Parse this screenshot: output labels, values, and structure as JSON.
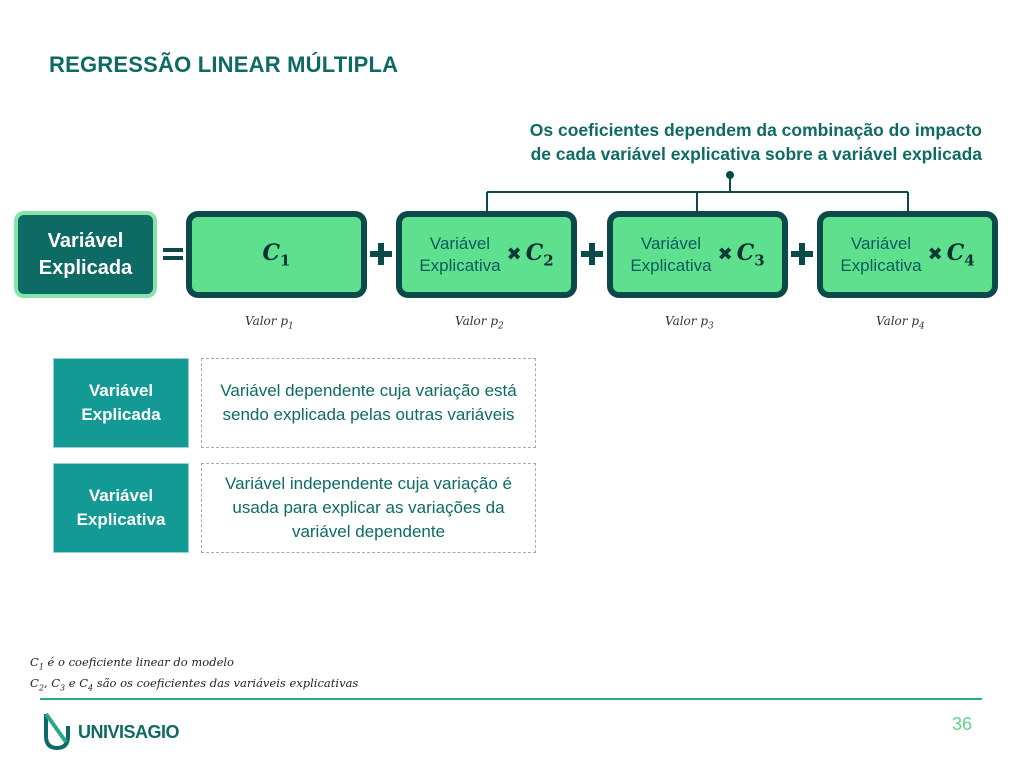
{
  "slide": {
    "title": "REGRESSÃO LINEAR MÚLTIPLA",
    "callout_line1": "Os coeficientes dependem da combinação do impacto",
    "callout_line2": "de cada variável explicativa sobre a variável explicada",
    "page_number": "36"
  },
  "equation": {
    "dependent_line1": "Variável",
    "dependent_line2": "Explicada",
    "c1": "C",
    "c1_sub": "1",
    "terms": [
      {
        "label_line1": "Variável",
        "label_line2": "Explicativa",
        "coef": "C",
        "coef_sub": "2"
      },
      {
        "label_line1": "Variável",
        "label_line2": "Explicativa",
        "coef": "C",
        "coef_sub": "3"
      },
      {
        "label_line1": "Variável",
        "label_line2": "Explicativa",
        "coef": "C",
        "coef_sub": "4"
      }
    ],
    "p_values": [
      {
        "label": "Valor p",
        "sub": "1"
      },
      {
        "label": "Valor p",
        "sub": "2"
      },
      {
        "label": "Valor p",
        "sub": "3"
      },
      {
        "label": "Valor p",
        "sub": "4"
      }
    ]
  },
  "legend": [
    {
      "tag_line1": "Variável",
      "tag_line2": "Explicada",
      "description": "Variável dependente cuja variação está sendo explicada pelas outras variáveis"
    },
    {
      "tag_line1": "Variável",
      "tag_line2": "Explicativa",
      "description": "Variável independente cuja variação é usada para explicar as variações da variável dependente"
    }
  ],
  "notes": {
    "line1_a": "C",
    "line1_sub": "1",
    "line1_b": " é o coeficiente linear do modelo",
    "line2_a": "C",
    "line2_sub_a": "2",
    "line2_b": ", C",
    "line2_sub_b": "3",
    "line2_c": " e C",
    "line2_sub_c": "4",
    "line2_d": " são os coeficientes das variáveis explicativas"
  },
  "brand": {
    "name": "UNIVISAGIO",
    "primary_color": "#0e6a64",
    "accent_color": "#5fe08e",
    "dark_border": "#0a4a4a",
    "teal_tag": "#149a94"
  }
}
